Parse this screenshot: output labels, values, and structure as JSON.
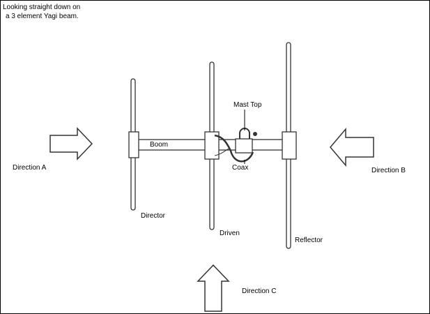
{
  "caption": {
    "line1": "Looking straight down on",
    "line2": "a 3 element Yagi beam."
  },
  "labels": {
    "direction_a": "Direction A",
    "direction_b": "Direction B",
    "direction_c": "Direction C",
    "director": "Director",
    "driven": "Driven",
    "reflector": "Reflector",
    "boom": "Boom",
    "mast_top": "Mast Top",
    "coax": "Coax"
  }
}
